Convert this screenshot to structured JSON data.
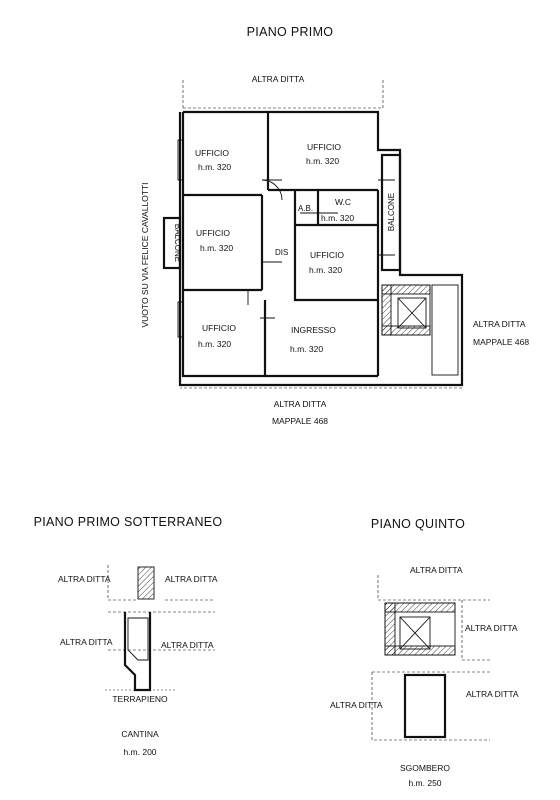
{
  "floors": {
    "primo": {
      "title": "PIANO PRIMO",
      "neighbors": {
        "top": "ALTRA DITTA",
        "right": "ALTRA DITTA",
        "right_mappale": "MAPPALE 468",
        "bottom": "ALTRA DITTA",
        "bottom_mappale": "MAPPALE 468",
        "left_street": "VUOTO SU VIA FELICE CAVALLOTTI"
      },
      "rooms": [
        {
          "name": "UFFICIO",
          "height": "h.m. 320"
        },
        {
          "name": "UFFICIO",
          "height": "h.m. 320"
        },
        {
          "name": "UFFICIO",
          "height": "h.m. 320"
        },
        {
          "name": "UFFICIO",
          "height": "h.m. 320"
        },
        {
          "name": "UFFICIO",
          "height": "h.m. 320"
        },
        {
          "name": "INGRESSO",
          "height": "h.m. 320"
        },
        {
          "name": "W.C",
          "height": "h.m. 320"
        }
      ],
      "ab": "A.B.",
      "dis": "DIS",
      "balcone_left": "BALCONE",
      "balcone_right": "BALCONE"
    },
    "sotterraneo": {
      "title": "PIANO PRIMO SOTTERRANEO",
      "labels": [
        "ALTRA DITTA",
        "ALTRA DITTA",
        "ALTRA DITTA",
        "ALTRA DITTA"
      ],
      "terrapieno": "TERRAPIENO",
      "room": "CANTINA",
      "height": "h.m. 200"
    },
    "quinto": {
      "title": "PIANO QUINTO",
      "labels": [
        "ALTRA DITTA",
        "ALTRA DITTA",
        "ALTRA DITTA",
        "ALTRA DITTA"
      ],
      "room": "SGOMBERO",
      "height": "h.m. 250"
    }
  }
}
